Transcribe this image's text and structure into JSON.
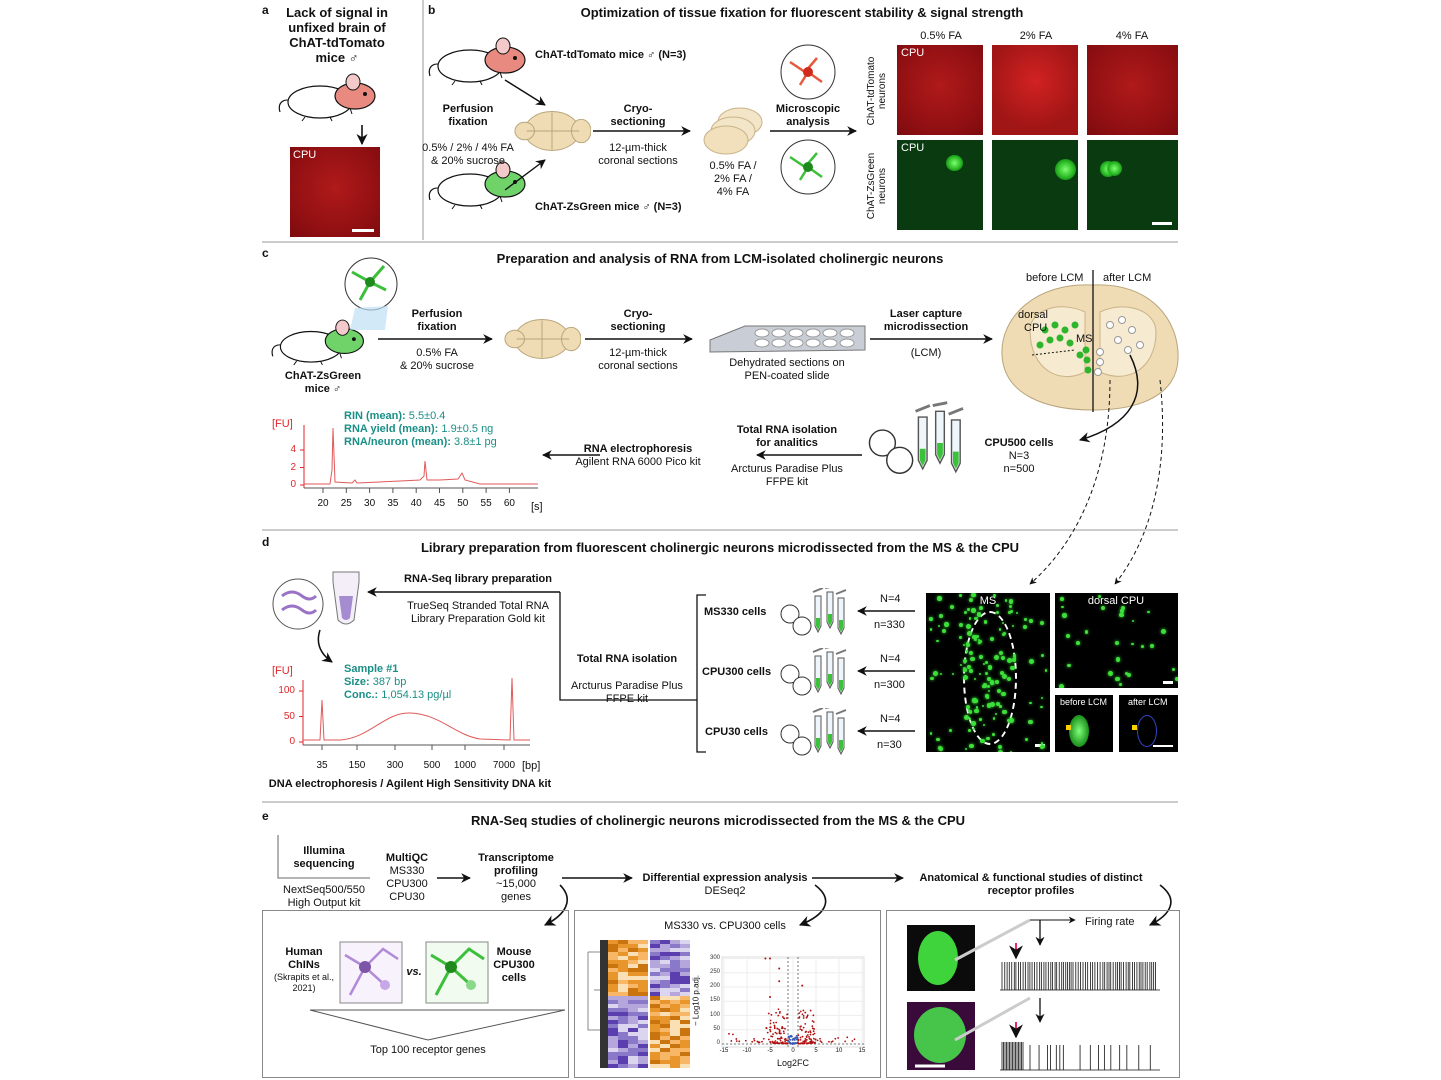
{
  "panel_a": {
    "letter": "a",
    "title_lines": [
      "Lack of signal in",
      "unfixed brain of",
      "ChAT-tdTomato",
      "mice ♂"
    ],
    "image_label": "CPU"
  },
  "panel_b": {
    "letter": "b",
    "title": "Optimization of tissue fixation for fluorescent stability & signal strength",
    "mouse_top": "ChAT-tdTomato mice ♂ (N=3)",
    "mouse_bottom": "ChAT-ZsGreen mice ♂ (N=3)",
    "perfusion": [
      "Perfusion",
      "fixation"
    ],
    "fixatives": [
      "0.5% / 2% / 4% FA",
      "& 20% sucrose"
    ],
    "cryo": [
      "Cryo-",
      "sectioning"
    ],
    "sections": [
      "12-µm-thick",
      "coronal sections"
    ],
    "slice_conditions": [
      "0.5% FA /",
      "2% FA /",
      "4% FA"
    ],
    "microscopic": [
      "Microscopic",
      "analysis"
    ],
    "columns": [
      "0.5% FA",
      "2% FA",
      "4% FA"
    ],
    "rows": [
      [
        "ChAT-tdTomato",
        "neurons"
      ],
      [
        "ChAT-ZsGreen",
        "neurons"
      ]
    ],
    "image_label": "CPU"
  },
  "panel_c": {
    "letter": "c",
    "title": "Preparation and analysis of RNA from LCM-isolated cholinergic neurons",
    "mouse": [
      "ChAT-ZsGreen",
      "mice ♂"
    ],
    "perfusion": [
      "Perfusion",
      "fixation"
    ],
    "fixative": [
      "0.5% FA",
      "& 20% sucrose"
    ],
    "cryo": [
      "Cryo-",
      "sectioning"
    ],
    "sections": [
      "12-µm-thick",
      "coronal sections"
    ],
    "slide": [
      "Dehydrated sections on",
      "PEN-coated slide"
    ],
    "lcm": [
      "Laser capture",
      "microdissection"
    ],
    "lcm_abbr": "(LCM)",
    "before": "before LCM",
    "after": "after LCM",
    "dorsal_cpu": [
      "dorsal",
      "CPU"
    ],
    "ms": "MS",
    "cpu500": [
      "CPU500 cells",
      "N=3",
      "n=500"
    ],
    "rna_isolation": [
      "Total RNA isolation",
      "for analitics"
    ],
    "kit": [
      "Arcturus Paradise Plus",
      "FFPE kit"
    ],
    "electrophoresis": [
      "RNA electrophoresis",
      "Agilent RNA 6000 Pico kit"
    ],
    "stats": [
      {
        "label": "RIN (mean):",
        "value": "5.5±0.4"
      },
      {
        "label": "RNA yield (mean):",
        "value": "1.9±0.5 ng"
      },
      {
        "label": "RNA/neuron (mean):",
        "value": "3.8±1 pg"
      }
    ],
    "y_unit": "[FU]",
    "y_ticks": [
      "0",
      "2",
      "4"
    ],
    "x_ticks": [
      "20",
      "25",
      "30",
      "35",
      "40",
      "45",
      "50",
      "55",
      "60"
    ],
    "x_unit": "[s]"
  },
  "panel_d": {
    "letter": "d",
    "title": "Library preparation from fluorescent cholinergic neurons microdissected from the MS & the CPU",
    "library": "RNA-Seq library preparation",
    "library_kit": [
      "TrueSeq Stranded Total RNA",
      "Library Preparation Gold kit"
    ],
    "rna_isolation": "Total RNA isolation",
    "kit": [
      "Arcturus Paradise Plus",
      "FFPE kit"
    ],
    "groups": [
      {
        "name": "MS330 cells",
        "N": "N=4",
        "n": "n=330"
      },
      {
        "name": "CPU300 cells",
        "N": "N=4",
        "n": "n=300"
      },
      {
        "name": "CPU30 cells",
        "N": "N=4",
        "n": "n=30"
      }
    ],
    "sample": [
      "Sample #1"
    ],
    "size": {
      "label": "Size:",
      "value": "387 bp"
    },
    "conc": {
      "label": "Conc.:",
      "value": "1,054.13 pg/µl"
    },
    "y_unit": "[FU]",
    "y_ticks": [
      "0",
      "50",
      "100"
    ],
    "x_ticks": [
      "35",
      "150",
      "300",
      "500",
      "1000",
      "7000"
    ],
    "x_unit": "[bp]",
    "footer": "DNA electrophoresis / Agilent High Sensitivity DNA kit",
    "img_ms": "MS",
    "img_cpu": "dorsal CPU",
    "img_before": "before LCM",
    "img_after": "after LCM"
  },
  "panel_e": {
    "letter": "e",
    "title": "RNA-Seq studies of cholinergic neurons microdissected from the MS & the CPU",
    "illumina": [
      "Illumina",
      "sequencing"
    ],
    "nextseq": [
      "NextSeq500/550",
      "High Output kit"
    ],
    "multiqc": [
      "MultiQC",
      "MS330",
      "CPU300",
      "CPU30"
    ],
    "transcriptome": [
      "Transcriptome",
      "profiling",
      "~15,000",
      "genes"
    ],
    "dea": [
      "Differential expression analysis",
      "DESeq2"
    ],
    "anatomical": [
      "Anatomical & functional studies of distinct",
      "receptor profiles"
    ],
    "human": [
      "Human",
      "ChINs"
    ],
    "citation": [
      "(Skrapits et al.,",
      "2021)"
    ],
    "vs": "vs.",
    "mouse": [
      "Mouse",
      "CPU300",
      "cells"
    ],
    "top100": "Top 100 receptor genes",
    "comparison": "MS330 vs. CPU300 cells",
    "volcano_y": "− Log10 p.adj.",
    "volcano_x": "Log2FC",
    "volcano_y_ticks": [
      "0",
      "50",
      "100",
      "150",
      "200",
      "250",
      "300"
    ],
    "volcano_x_ticks": [
      "-15",
      "-10",
      "-5",
      "0",
      "5",
      "10",
      "15"
    ],
    "firing_rate": "Firing rate"
  },
  "colors": {
    "red": "#e0262a",
    "teal": "#1a8f86",
    "green": "#3de03a",
    "beige": "#efdcb4",
    "purple": "#9a72c6",
    "orange": "#e8952c"
  }
}
